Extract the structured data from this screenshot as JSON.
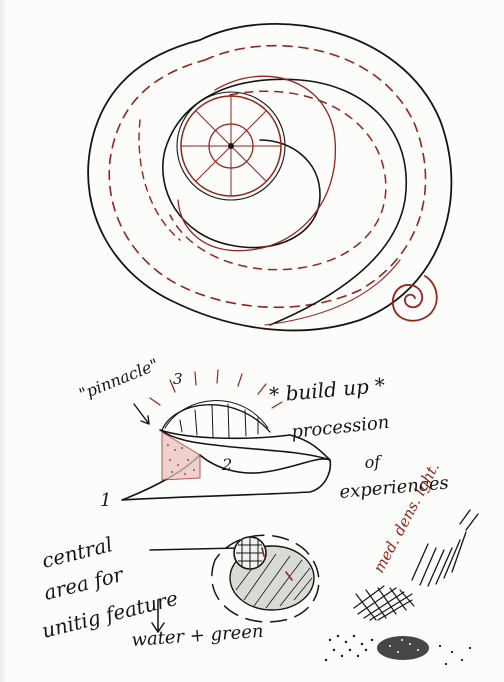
{
  "colors": {
    "ink": "#151515",
    "red_ink": "#9a2218",
    "paper": "#fcfcfb"
  },
  "labels": {
    "pinnacle": "\"pinnacle\"",
    "num_1": "1",
    "num_2": "2",
    "num_3": "3",
    "build_up": "* build up *",
    "procession": "procession",
    "of": "of",
    "experiences": "experiences",
    "central_line1": "central",
    "central_line2": "area for",
    "central_line3": "unitig feature",
    "water_green": "water + green",
    "density_legend": "med. dens. lght."
  }
}
